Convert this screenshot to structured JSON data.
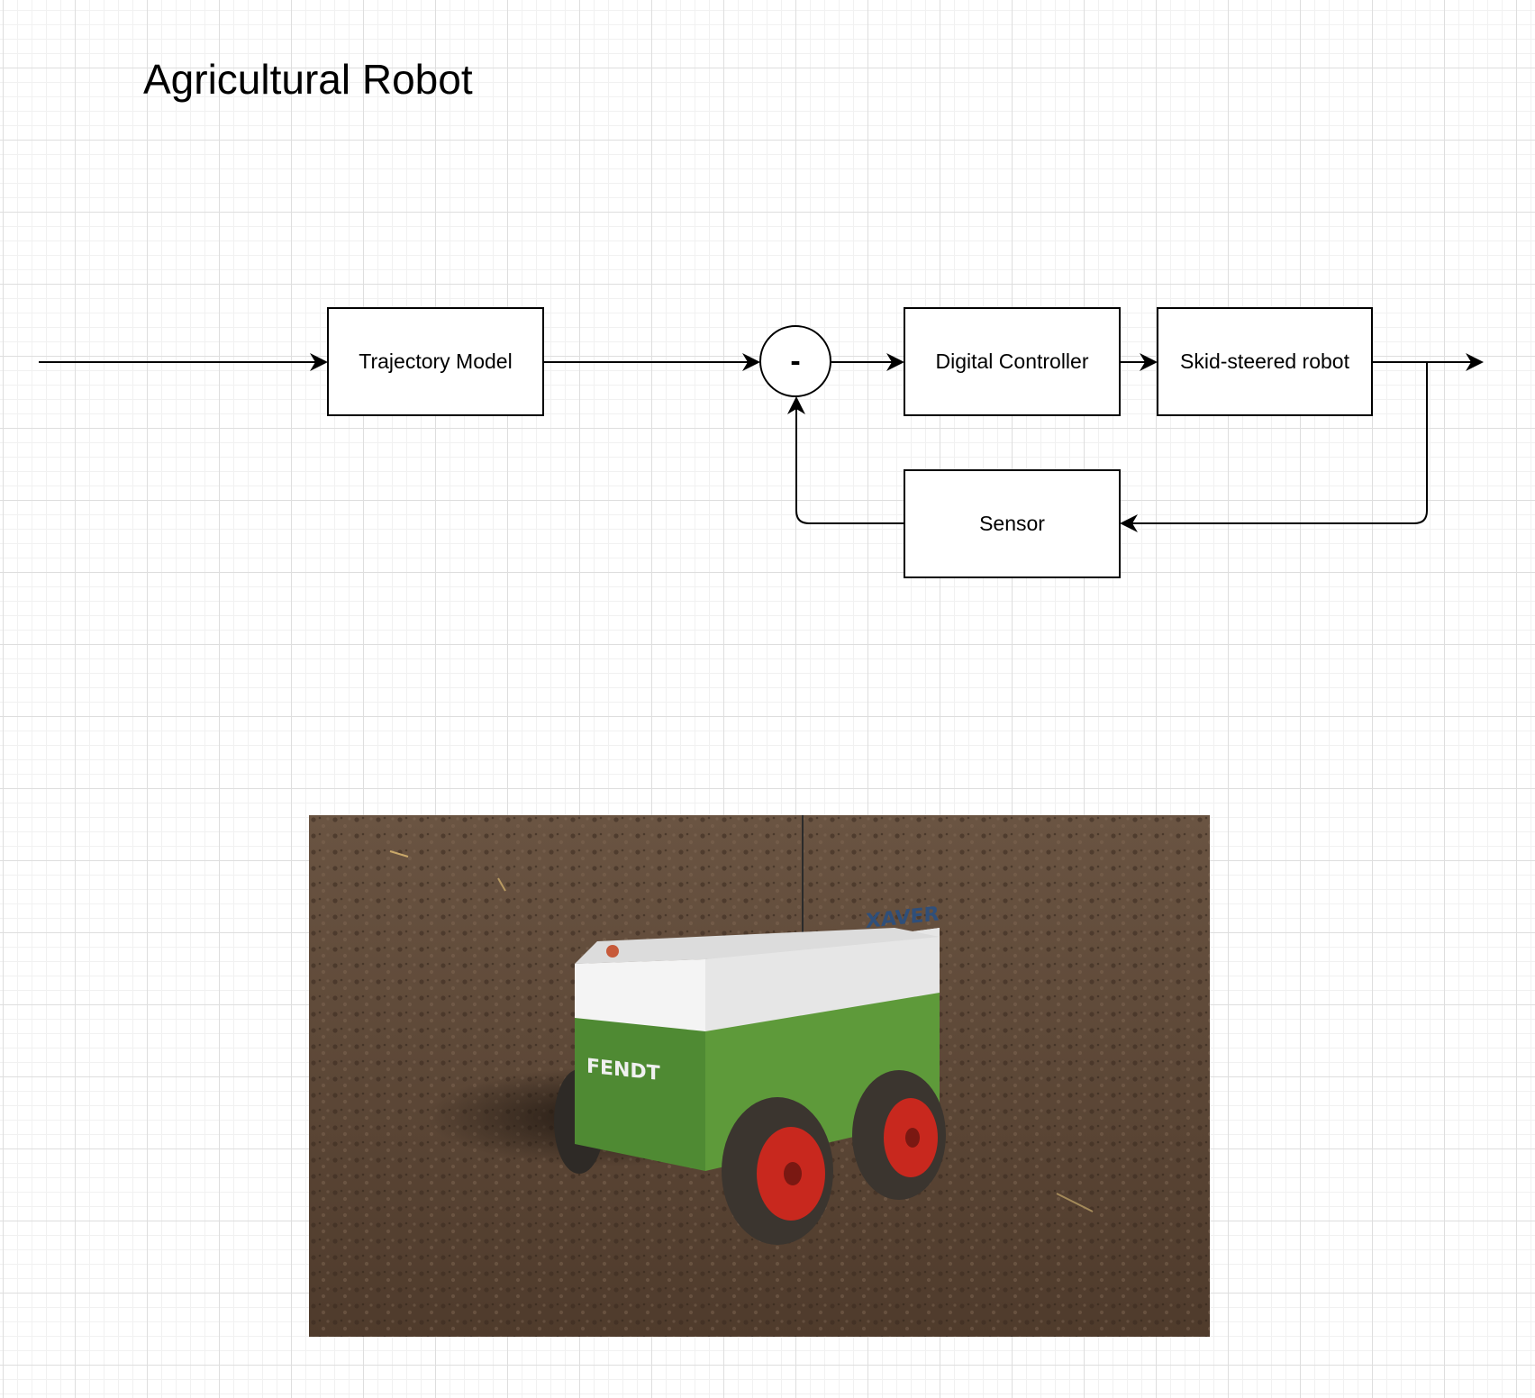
{
  "title": "Agricultural Robot",
  "blocks": {
    "trajectory_model": "Trajectory Model",
    "digital_controller": "Digital Controller",
    "skid_steered_robot": "Skid-steered robot",
    "sensor": "Sensor"
  },
  "summing_junction": {
    "sign": "-"
  },
  "photo": {
    "brand_label": "FENDT",
    "model_label": "XAVER",
    "colors": {
      "soil": "#5b4533",
      "body_green": "#5e9a3a",
      "body_white": "#f2f2f2",
      "wheel_rim": "#c8281e"
    }
  }
}
